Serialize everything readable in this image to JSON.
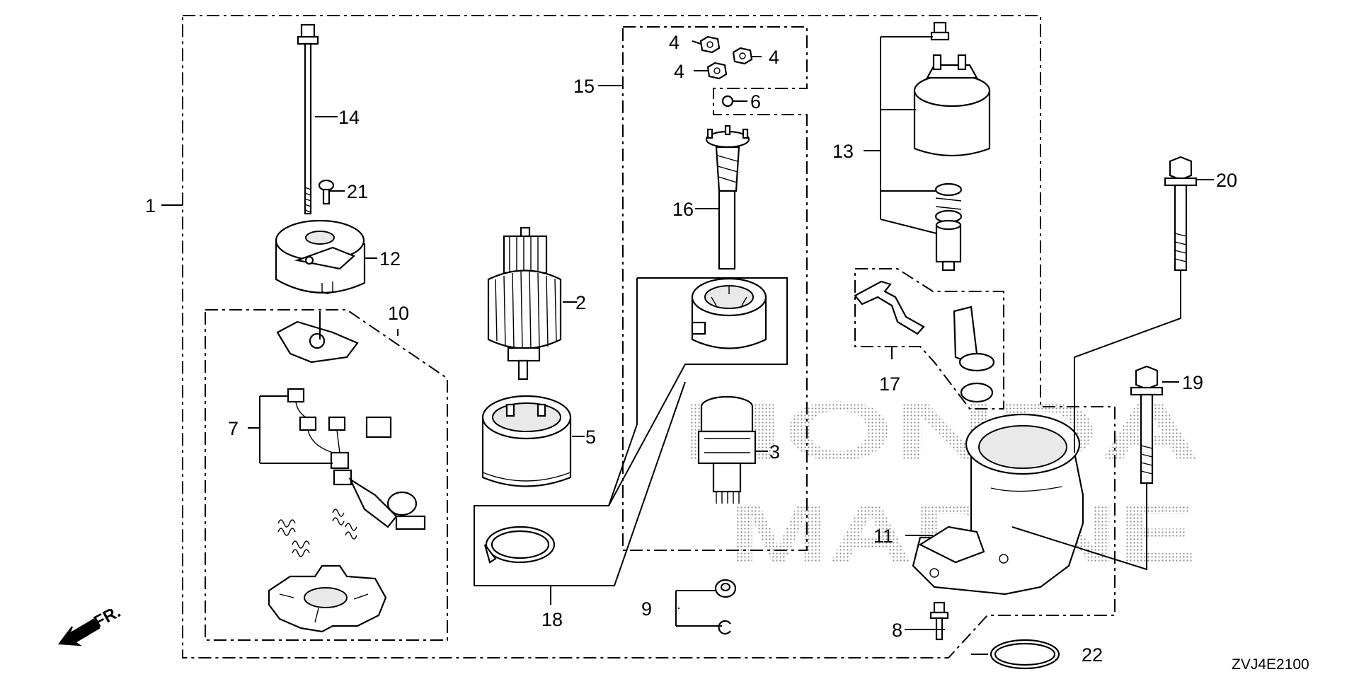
{
  "diagram": {
    "callouts": {
      "c1": "1",
      "c2": "2",
      "c3": "3",
      "c4a": "4",
      "c4b": "4",
      "c4c": "4",
      "c5": "5",
      "c6": "6",
      "c7": "7",
      "c8": "8",
      "c9": "9",
      "c10": "10",
      "c11": "11",
      "c12": "12",
      "c13": "13",
      "c14": "14",
      "c15": "15",
      "c16": "16",
      "c17": "17",
      "c18": "18",
      "c19": "19",
      "c20": "20",
      "c21": "21",
      "c22": "22"
    },
    "diagram_code": "ZVJ4E2100",
    "direction_label": "FR.",
    "watermark": {
      "line1": "HONDA",
      "line2": "MARINE"
    }
  }
}
